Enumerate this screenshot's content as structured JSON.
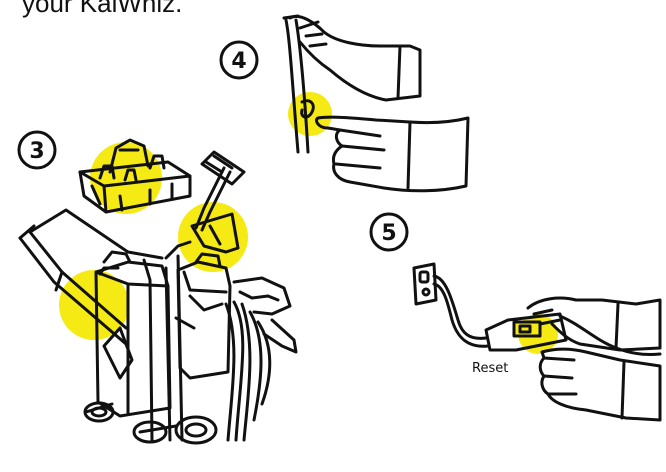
{
  "caption": "your KaiWhiz.",
  "steps": [
    {
      "number": "3"
    },
    {
      "number": "4"
    },
    {
      "number": "5"
    }
  ],
  "labels": {
    "reset": "Reset"
  },
  "colors": {
    "highlight": "#f5ea14",
    "ink": "#111111"
  }
}
